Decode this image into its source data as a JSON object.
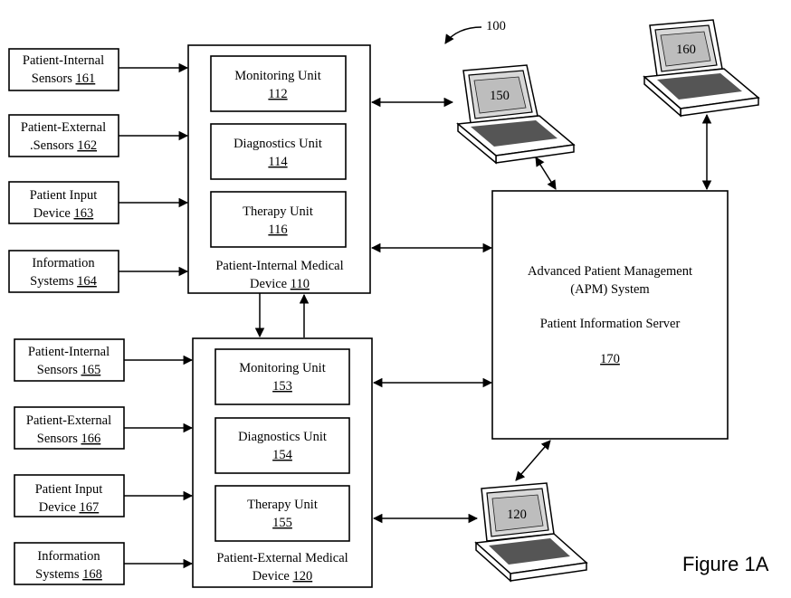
{
  "diagram_ref": "100",
  "figure_label": "Figure 1A",
  "left_boxes": [
    {
      "line1": "Patient-Internal",
      "line2": "Sensors",
      "num": "161"
    },
    {
      "line1": "Patient-External",
      "line2": ".Sensors",
      "num": "162"
    },
    {
      "line1": "Patient Input",
      "line2": "Device",
      "num": "163"
    },
    {
      "line1": "Information",
      "line2": "Systems",
      "num": "164"
    },
    {
      "line1": "Patient-Internal",
      "line2": "Sensors",
      "num": "165"
    },
    {
      "line1": "Patient-External",
      "line2": "Sensors",
      "num": "166"
    },
    {
      "line1": "Patient Input",
      "line2": "Device",
      "num": "167"
    },
    {
      "line1": "Information",
      "line2": "Systems",
      "num": "168"
    }
  ],
  "device_internal": {
    "line1": "Patient-Internal Medical",
    "line2": "Device",
    "num": "110",
    "units": [
      {
        "label": "Monitoring Unit",
        "num": "112"
      },
      {
        "label": "Diagnostics Unit",
        "num": "114"
      },
      {
        "label": "Therapy Unit",
        "num": "116"
      }
    ]
  },
  "device_external": {
    "line1": "Patient-External Medical",
    "line2": "Device",
    "num": "120",
    "units": [
      {
        "label": "Monitoring Unit",
        "num": "153"
      },
      {
        "label": "Diagnostics Unit",
        "num": "154"
      },
      {
        "label": "Therapy Unit",
        "num": "155"
      }
    ]
  },
  "apm": {
    "line1": "Advanced Patient Management",
    "line2": "(APM) System",
    "line3": "Patient Information Server",
    "num": "170"
  },
  "laptops": [
    {
      "label": "150"
    },
    {
      "label": "160"
    },
    {
      "label": "120"
    }
  ]
}
